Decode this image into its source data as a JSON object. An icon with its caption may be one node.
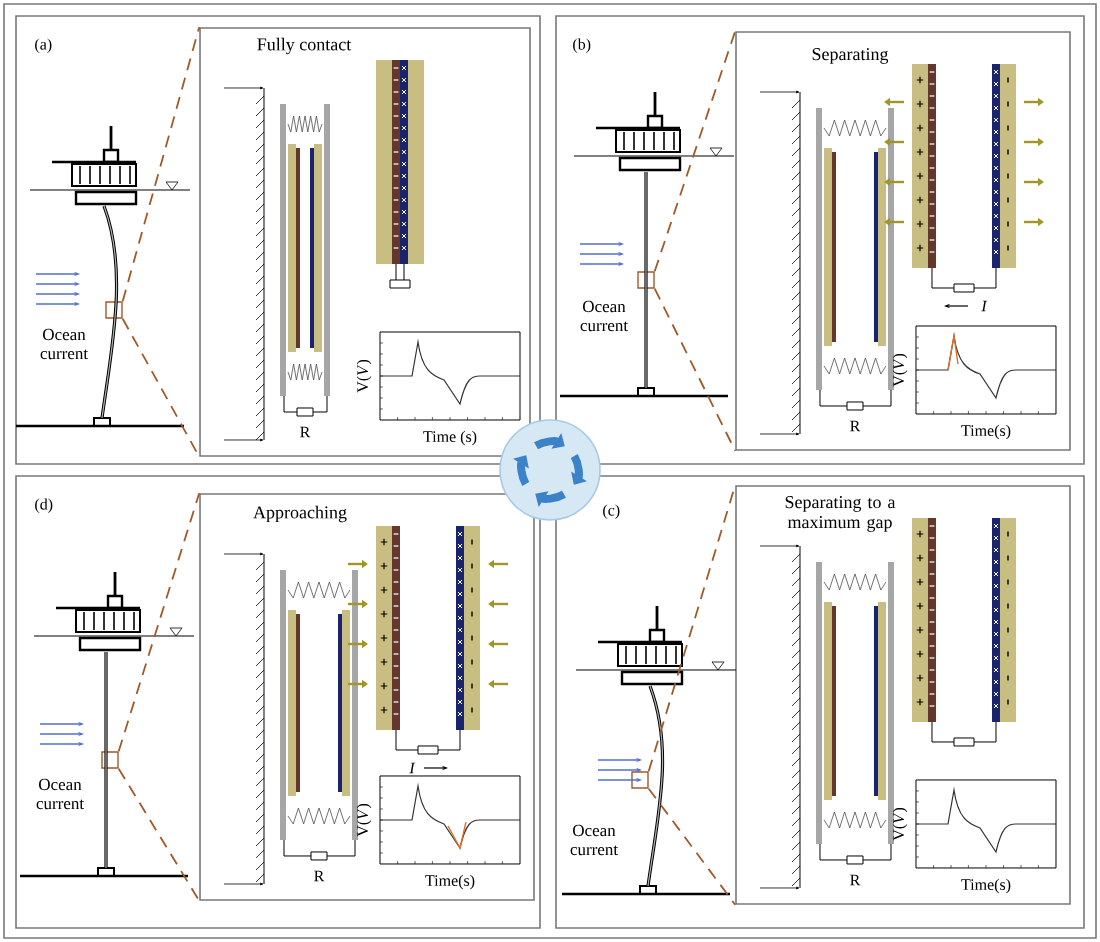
{
  "diagram": {
    "nodes": [
      {
        "text": [
          "(a)"
        ]
      },
      {
        "text": [
          "Fully contact"
        ],
        "in": 0
      },
      {
        "text": [],
        "shape": "box",
        "in": 0
      },
      {
        "text": [
          "(b)"
        ]
      },
      {
        "text": [
          "Separating"
        ],
        "in": 3
      },
      {
        "text": [],
        "shape": "box",
        "in": 3
      },
      {
        "text": [
          "(d)"
        ]
      },
      {
        "text": [
          "Approaching"
        ],
        "in": 6
      },
      {
        "text": [],
        "shape": "box",
        "in": 6
      },
      {
        "text": [
          "(c)"
        ]
      },
      {
        "text": [
          "Separating to a maximum gap"
        ],
        "in": 9
      },
      {
        "text": [],
        "shape": "box",
        "in": 9
      }
    ],
    "edges": [
      {
        "from": 2,
        "to": 1,
        "arrow": "none",
        "style": "dashed"
      },
      {
        "from": 2,
        "to": 1,
        "arrow": "none",
        "style": "dashed"
      },
      {
        "from": 5,
        "to": 4,
        "arrow": "none",
        "style": "dashed"
      },
      {
        "from": 5,
        "to": 4,
        "arrow": "none",
        "style": "dashed"
      },
      {
        "from": 8,
        "to": 7,
        "arrow": "none",
        "style": "dashed"
      },
      {
        "from": 8,
        "to": 7,
        "arrow": "none",
        "style": "dashed"
      },
      {
        "from": 11,
        "to": 10,
        "arrow": "none",
        "style": "dashed"
      },
      {
        "from": 11,
        "to": 10,
        "arrow": "none",
        "style": "dashed"
      }
    ],
    "labels": [
      "Ocean current",
      "R",
      "V(*V*)",
      "Time (s)",
      "Ocean current",
      "R",
      "V(*V*)",
      "Time(s)",
      "I",
      "Ocean current",
      "R",
      "V(*V*)",
      "Time(s)",
      "I",
      "Ocean current",
      "R",
      "V(*V*)",
      "Time(s)"
    ]
  }
}
